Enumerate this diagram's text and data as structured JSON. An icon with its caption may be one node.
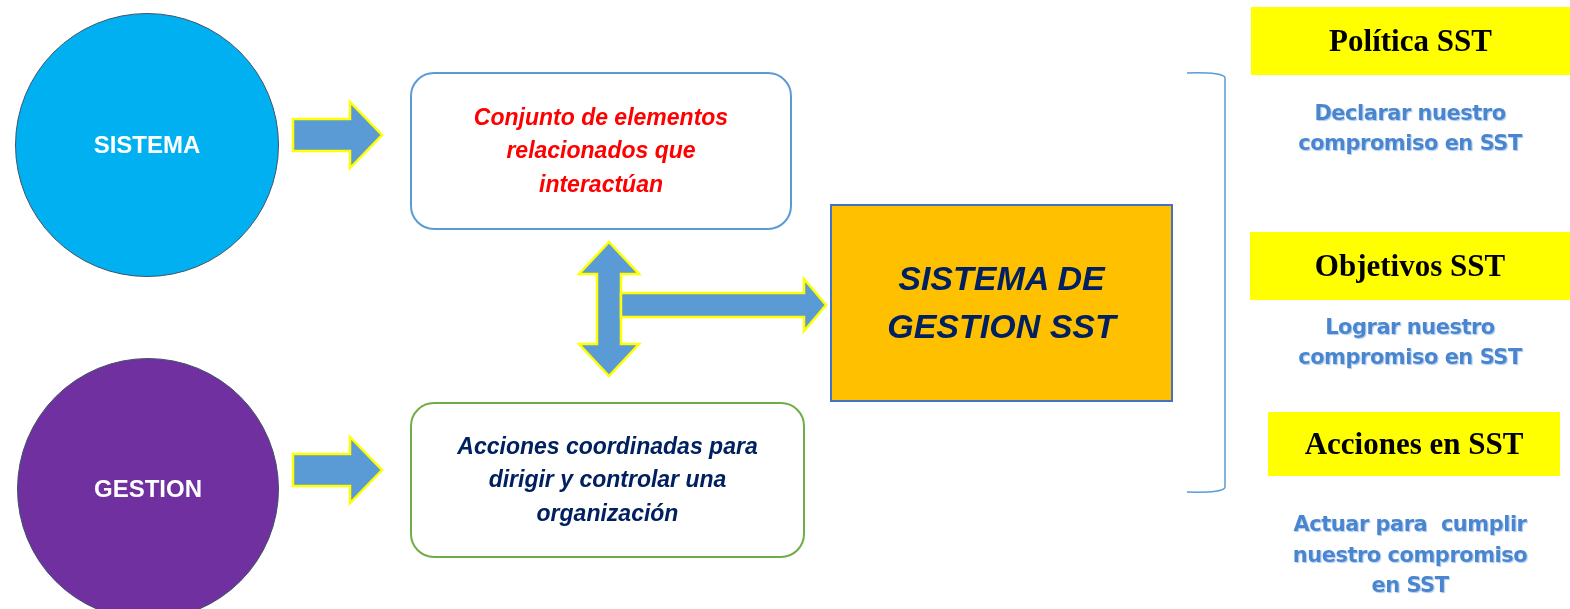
{
  "diagram": {
    "nodes": [
      {
        "text": [
          "SISTEMA"
        ]
      },
      {
        "text": [
          "Conjunto de elementos relacionados que interactúan"
        ]
      },
      {
        "text": [
          "GESTION"
        ]
      },
      {
        "text": [
          "Acciones coordinadas para dirigir y controlar una organización"
        ]
      },
      {
        "text": [
          "SISTEMA DE GESTION SST"
        ]
      },
      {
        "text": [
          "Política SST"
        ]
      },
      {
        "text": [
          "Declarar nuestro compromiso en SST"
        ]
      },
      {
        "text": [
          "Objetivos SST"
        ]
      },
      {
        "text": [
          "Lograr nuestro compromiso en SST"
        ]
      },
      {
        "text": [
          "Acciones en SST"
        ]
      },
      {
        "text": [
          "Actuar para  cumplir nuestro compromiso en SST"
        ]
      }
    ],
    "edges": [
      {
        "from": 0,
        "to": 1,
        "arrow": "to"
      },
      {
        "from": 2,
        "to": 3,
        "arrow": "to"
      },
      {
        "from": 1,
        "to": 3,
        "arrow": "both"
      },
      {
        "from": null,
        "to": 4,
        "arrow": "to"
      }
    ]
  }
}
